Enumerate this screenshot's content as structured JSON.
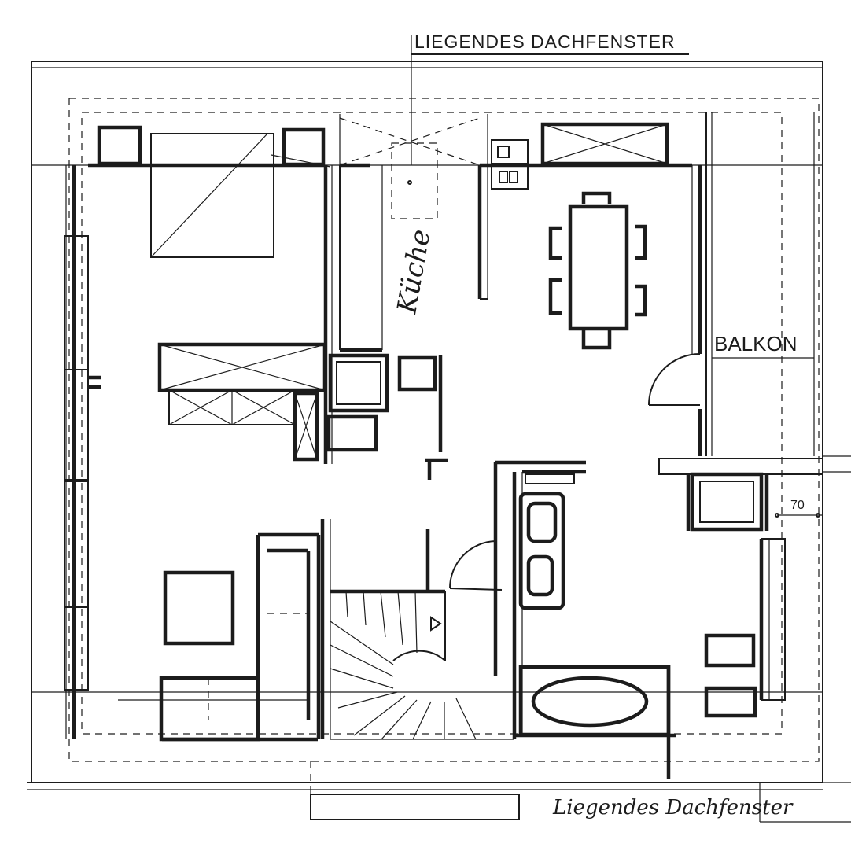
{
  "labels": {
    "top_roof_window": "LIEGENDES DACHFENSTER",
    "kitchen": "Küche",
    "balcony": "BALKON",
    "dimension": "70",
    "bottom_roof_window": "Liegendes Dachfenster"
  }
}
